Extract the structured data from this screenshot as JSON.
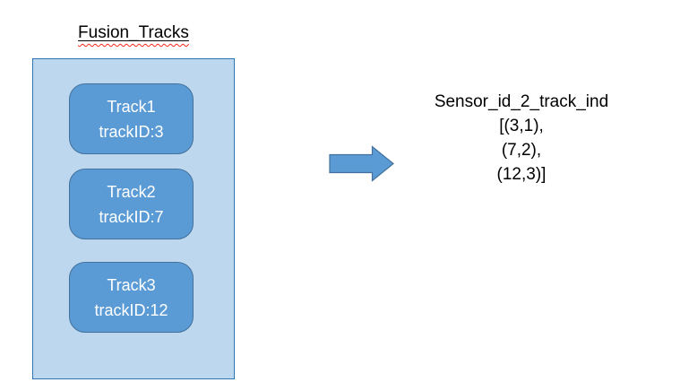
{
  "fusion": {
    "title": "Fusion_Tracks",
    "tracks": [
      {
        "name": "Track1",
        "track_id": "trackID:3"
      },
      {
        "name": "Track2",
        "track_id": "trackID:7"
      },
      {
        "name": "Track3",
        "track_id": "trackID:12"
      }
    ]
  },
  "mapping": {
    "title": "Sensor_id_2_track_ind",
    "lines": [
      "[(3,1),",
      "(7,2),",
      "(12,3)]"
    ]
  },
  "icons": {
    "arrow": "right-block-arrow-icon"
  },
  "colors": {
    "box_fill": "#5b9bd5",
    "box_border": "#41719c",
    "container_fill": "#bdd7ee",
    "container_border": "#2e75b6",
    "track_text": "#ffffff",
    "text": "#000000",
    "spellcheck": "#ff2a1a"
  }
}
